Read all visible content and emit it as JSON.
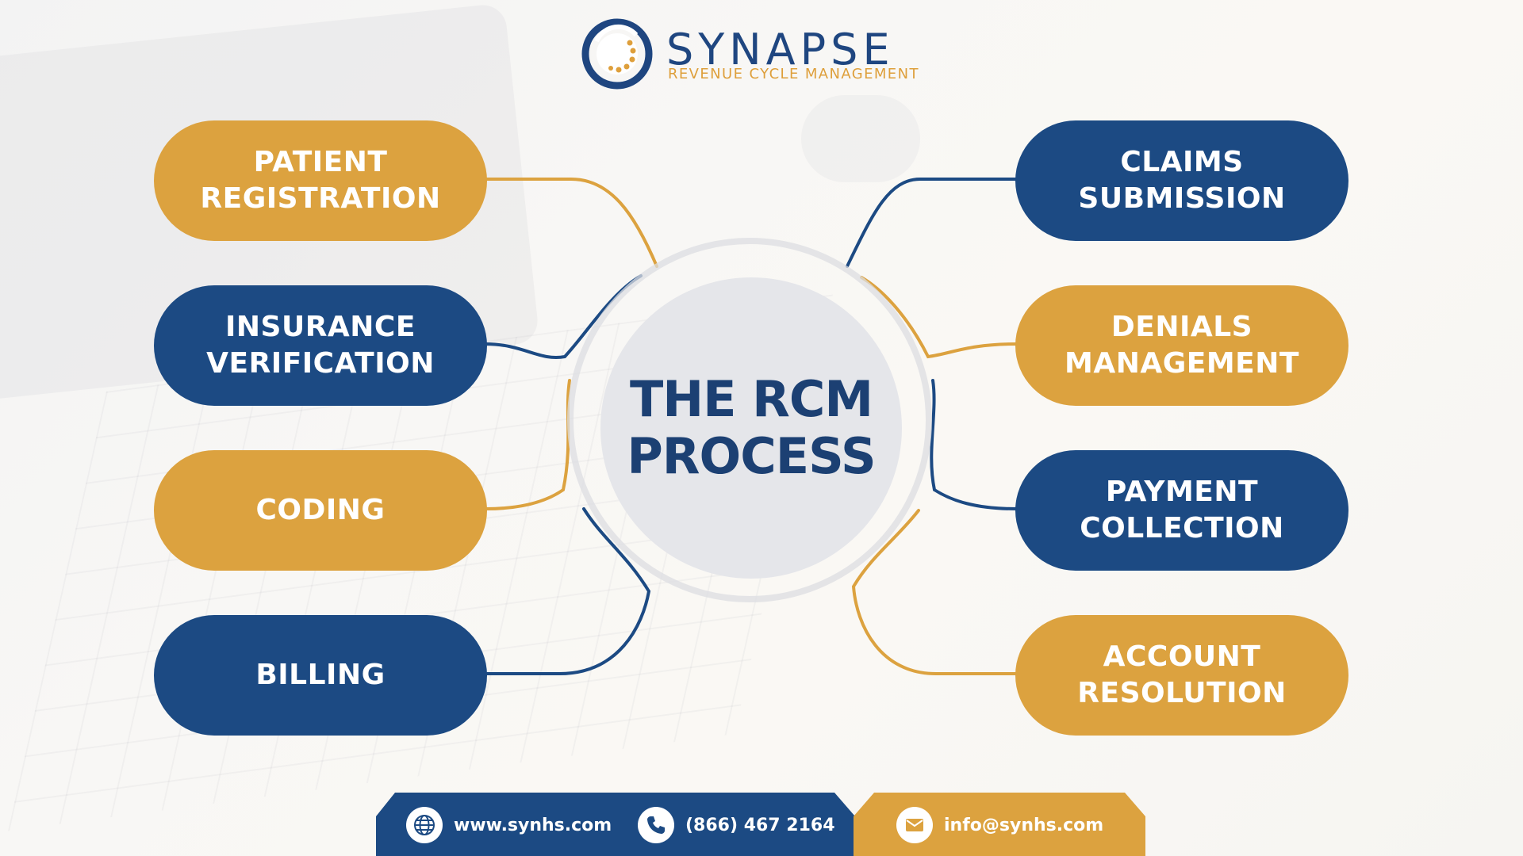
{
  "brand": {
    "name": "SYNAPSE",
    "tagline": "REVENUE CYCLE MANAGEMENT"
  },
  "center": {
    "line1": "THE RCM",
    "line2": "PROCESS"
  },
  "steps_left": [
    {
      "label": "PATIENT\nREGISTRATION",
      "color": "#dca23f"
    },
    {
      "label": "INSURANCE\nVERIFICATION",
      "color": "#1c4a83"
    },
    {
      "label": "CODING",
      "color": "#dca23f"
    },
    {
      "label": "BILLING",
      "color": "#1c4a83"
    }
  ],
  "steps_right": [
    {
      "label": "CLAIMS\nSUBMISSION",
      "color": "#1c4a83"
    },
    {
      "label": "DENIALS\nMANAGEMENT",
      "color": "#dca23f"
    },
    {
      "label": "PAYMENT\nCOLLECTION",
      "color": "#1c4a83"
    },
    {
      "label": "ACCOUNT\nRESOLUTION",
      "color": "#dca23f"
    }
  ],
  "footer": {
    "website": "www.synhs.com",
    "phone": "(866) 467 2164",
    "email": "info@synhs.com"
  },
  "colors": {
    "navy": "#1c4a83",
    "gold": "#dca23f",
    "center_bg": "#e5e6ea"
  }
}
